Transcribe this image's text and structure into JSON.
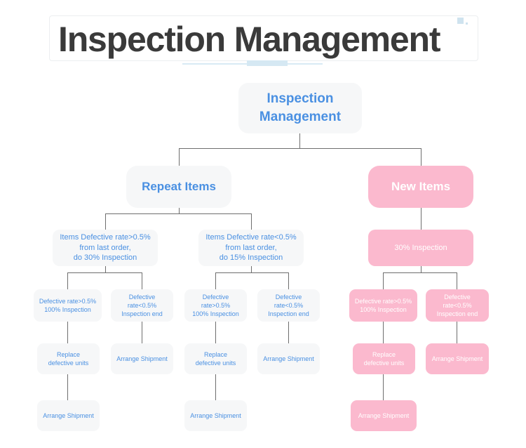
{
  "header": {
    "title": "Inspection Management",
    "decor_square": "decorative-square"
  },
  "colors": {
    "blue_text": "#4a90e2",
    "blue_node_bg": "#f6f7f8",
    "pink_node_bg": "#fbb9ce",
    "pink_text": "#ffffff",
    "connector": "#6e6e6e",
    "title_text": "#3a3a3a",
    "rule_accent": "#d5e8f3"
  },
  "flow": {
    "root": {
      "label": "Inspection\nManagement",
      "line1": "Inspection",
      "line2": "Management"
    },
    "branches": [
      {
        "id": "repeat-items",
        "label": "Repeat Items",
        "style": "blue"
      },
      {
        "id": "new-items",
        "label": "New Items",
        "style": "pink"
      }
    ],
    "repeat_items": {
      "conditions": [
        {
          "id": "defect-gt-half",
          "line1": "Items Defective rate>0.5%",
          "line2": "from last order,",
          "line3": "do 30% Inspection",
          "results": [
            {
              "line1": "Defective rate>0.5%",
              "line2": "100% Inspection",
              "action": {
                "line1": "Replace",
                "line2": "defective units"
              },
              "final": "Arrange Shipment"
            },
            {
              "line1": "Defective rate<0.5%",
              "line2": "Inspection end",
              "action": {
                "line1": "Arrange Shipment",
                "line2": ""
              },
              "final": ""
            }
          ]
        },
        {
          "id": "defect-lt-half",
          "line1": "Items Defective rate<0.5%",
          "line2": "from last order,",
          "line3": "do 15% Inspection",
          "results": [
            {
              "line1": "Defective rate>0.5%",
              "line2": "100% Inspection",
              "action": {
                "line1": "Replace",
                "line2": "defective units"
              },
              "final": "Arrange Shipment"
            },
            {
              "line1": "Defective rate<0.5%",
              "line2": "Inspection end",
              "action": {
                "line1": "Arrange Shipment",
                "line2": ""
              },
              "final": ""
            }
          ]
        }
      ]
    },
    "new_items": {
      "condition": {
        "label": "30% Inspection"
      },
      "results": [
        {
          "line1": "Defective rate>0.5%",
          "line2": "100% Inspection",
          "action": {
            "line1": "Replace",
            "line2": "defective units"
          },
          "final": "Arrange Shipment"
        },
        {
          "line1": "Defective rate<0.5%",
          "line2": "Inspection end",
          "action": {
            "line1": "Arrange Shipment",
            "line2": ""
          },
          "final": ""
        }
      ]
    }
  }
}
